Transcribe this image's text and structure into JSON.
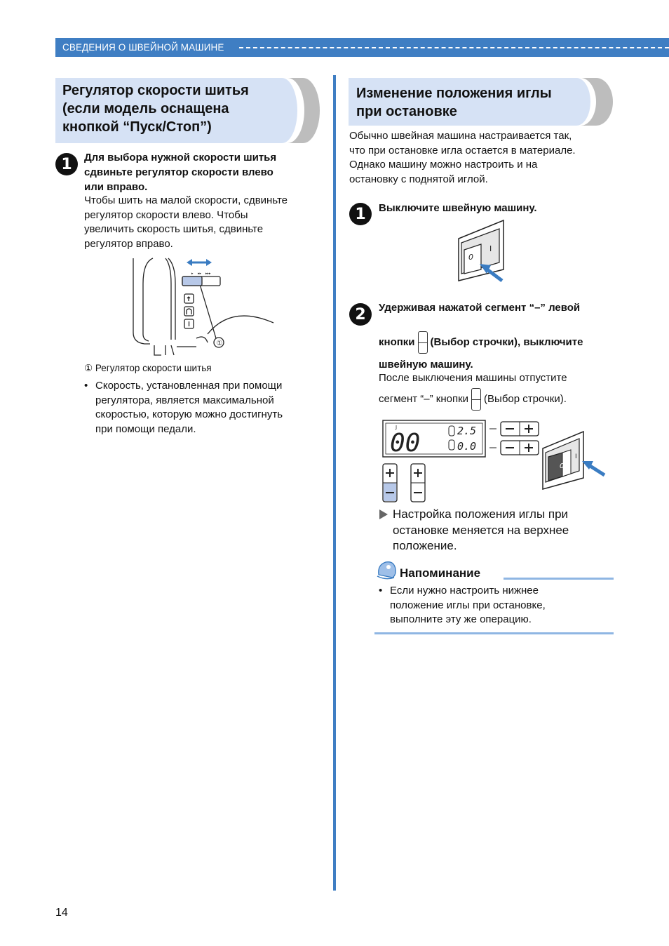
{
  "header": {
    "section": "СВЕДЕНИЯ О ШВЕЙНОЙ МАШИНЕ"
  },
  "left": {
    "title_lines": [
      "Регулятор скорости шитья",
      "(если модель оснащена",
      "кнопкой “Пуск/Стоп”)"
    ],
    "step1": {
      "number": "1",
      "instruction_lines": [
        "Для выбора нужной скорости шитья",
        "сдвиньте регулятор скорости влево",
        "или вправо."
      ],
      "body_lines": [
        "Чтобы шить на малой скорости, сдвиньте",
        "регулятор скорости влево. Чтобы",
        "увеличить скорость шитья, сдвиньте",
        "регулятор вправо."
      ]
    },
    "figure": {
      "callout": "①",
      "caption": "① Регулятор скорости шитья"
    },
    "bullet_lines": [
      "Скорость, установленная при помощи",
      "регулятора, является максимальной",
      "скоростью, которую можно достигнуть",
      "при помощи педали."
    ]
  },
  "right": {
    "title_lines": [
      "Изменение положения иглы",
      "при остановке"
    ],
    "intro_lines": [
      "Обычно швейная машина настраивается так,",
      "что при остановке игла остается в материале.",
      "Однако машину можно настроить и на",
      "остановку с поднятой иглой."
    ],
    "step1": {
      "number": "1",
      "instruction": "Выключите швейную машину.",
      "switch_labels": {
        "off": "0",
        "on": "I"
      }
    },
    "step2": {
      "number": "2",
      "instruction_line1": "Удерживая нажатой сегмент “–” левой",
      "instruction_line2_a": "кнопки",
      "instruction_line2_b": "(Выбор строчки), выключите",
      "instruction_line3": "швейную машину.",
      "body_line1": "После выключения машины отпустите",
      "body_line2_a": "сегмент “–” кнопки",
      "body_line2_b": "(Выбор строчки)."
    },
    "lcd": {
      "pattern": "00",
      "mode_letter": "J",
      "width_value": "2.5",
      "length_value": "0.0"
    },
    "result_lines": [
      "Настройка положения иглы при",
      "остановке меняется на верхнее",
      "положение."
    ],
    "note": {
      "title": "Напоминание",
      "lines": [
        "Если нужно настроить нижнее",
        "положение иглы при остановке,",
        "выполните эту же операцию."
      ]
    }
  },
  "page_number": "14"
}
